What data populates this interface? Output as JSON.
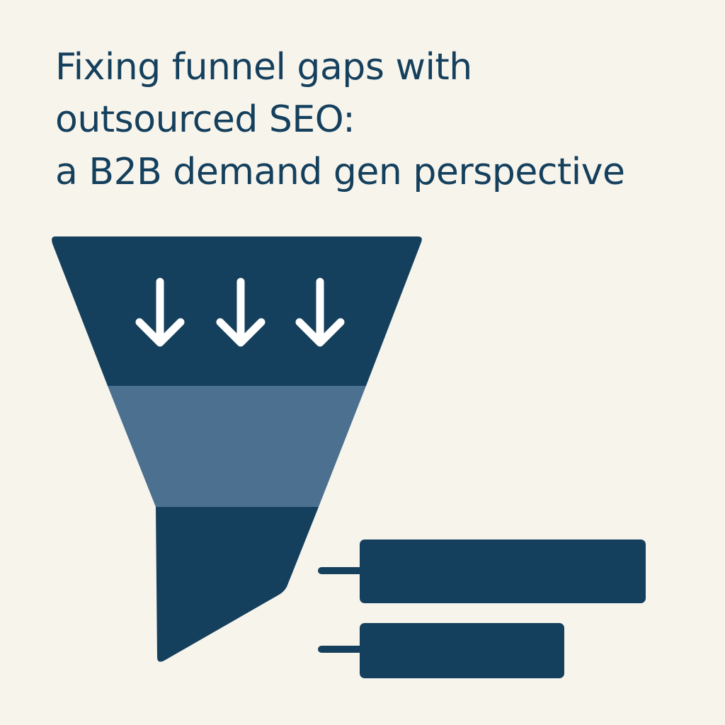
{
  "title": {
    "line1": "Fixing funnel gaps with",
    "line2": "outsourced SEO:",
    "line3": "a B2B demand gen perspective"
  },
  "colors": {
    "background": "#f7f4ec",
    "title": "#15405d",
    "funnel_dark": "#15405d",
    "funnel_mid": "#4c7090",
    "arrow": "#ffffff"
  },
  "icons": [
    "down-arrow-icon",
    "down-arrow-icon",
    "down-arrow-icon"
  ]
}
